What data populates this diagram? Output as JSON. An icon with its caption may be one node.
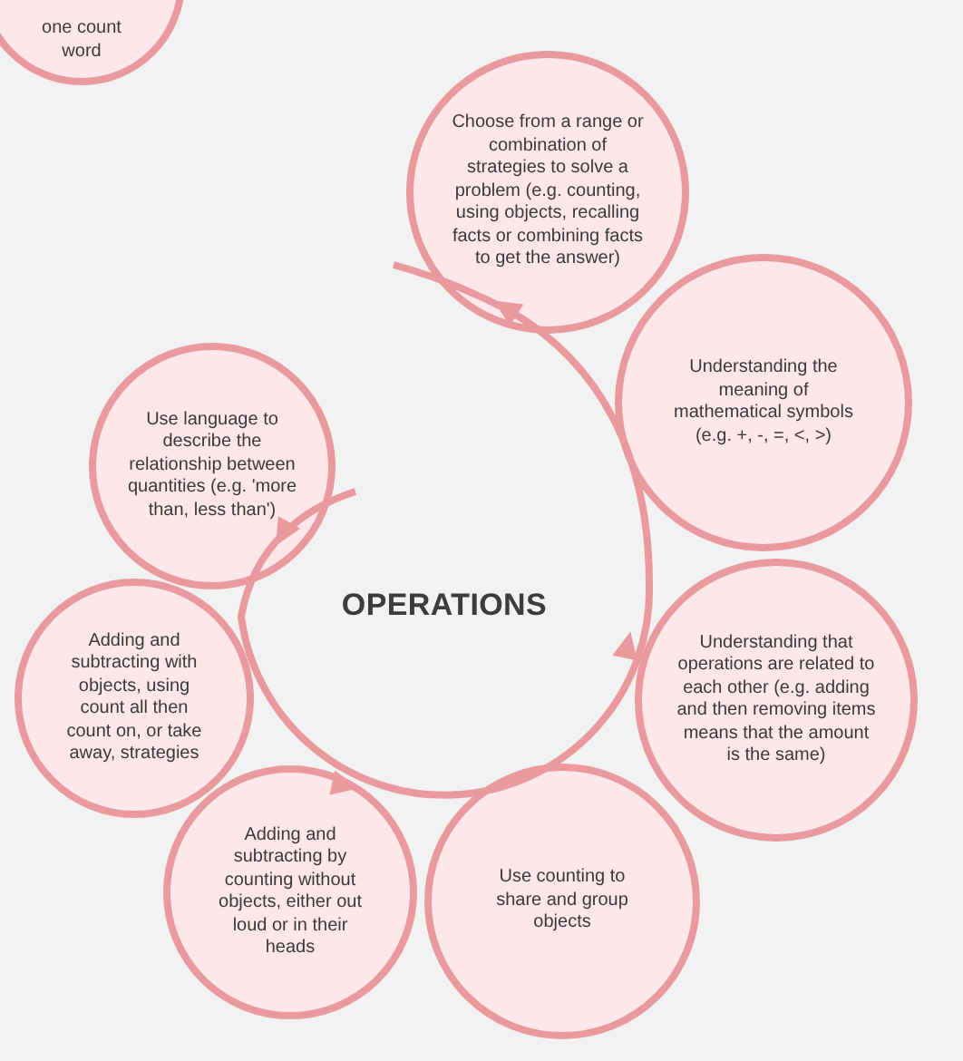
{
  "diagram": {
    "nodes": [
      {
        "text": [
          "OPERATIONS"
        ]
      },
      {
        "text": [
          "one count word"
        ]
      },
      {
        "text": [
          "Choose from a range or combination of strategies to solve a problem (e.g. counting, using objects, recalling facts or combining facts to get the answer)"
        ]
      },
      {
        "text": [
          "Understanding the meaning of mathematical symbols (e.g. +, -, =, <, >)"
        ]
      },
      {
        "text": [
          "Understanding that operations are related to each other (e.g. adding and then removing items means that the amount is the same)"
        ]
      },
      {
        "text": [
          "Use counting to share and group objects"
        ]
      },
      {
        "text": [
          "Adding and subtracting by counting without objects, either out loud or in their heads"
        ]
      },
      {
        "text": [
          "Adding and subtracting with objects, using count all then count on, or take away, strategies"
        ]
      },
      {
        "text": [
          "Use language to describe the relationship between quantities (e.g. 'more than, less than')"
        ]
      }
    ]
  }
}
